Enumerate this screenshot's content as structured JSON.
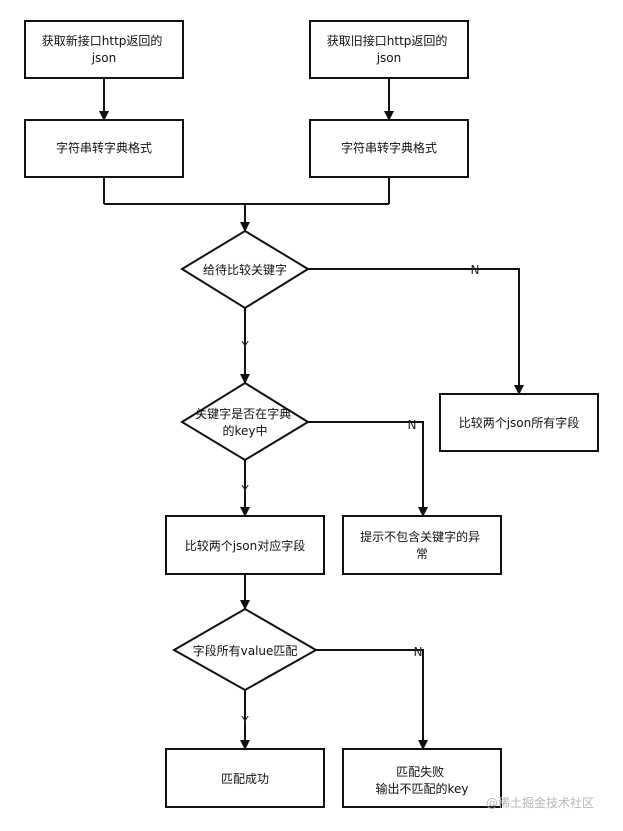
{
  "nodes": {
    "new_api_json": {
      "lines": [
        "获取新接口http返回的",
        "json"
      ]
    },
    "old_api_json": {
      "lines": [
        "获取旧接口http返回的",
        "json"
      ]
    },
    "convert_new": {
      "lines": [
        "字符串转字典格式"
      ]
    },
    "convert_old": {
      "lines": [
        "字符串转字典格式"
      ]
    },
    "has_key": {
      "lines": [
        "给待比较关键字"
      ]
    },
    "key_in_dict": {
      "lines": [
        "关键字是否在字典",
        "的key中"
      ]
    },
    "compare_all": {
      "lines": [
        "比较两个json所有字段"
      ]
    },
    "compare_fields": {
      "lines": [
        "比较两个json对应字段"
      ]
    },
    "missing_key_error": {
      "lines": [
        "提示不包含关键字的异",
        "常"
      ]
    },
    "all_values_match": {
      "lines": [
        "字段所有value匹配"
      ]
    },
    "success": {
      "lines": [
        "匹配成功"
      ]
    },
    "failure": {
      "lines": [
        "匹配失败",
        "输出不匹配的key"
      ]
    }
  },
  "edge_labels": {
    "has_key_no": "N",
    "has_key_yes": "Y",
    "key_in_dict_no": "N",
    "key_in_dict_yes": "Y",
    "match_no": "N",
    "match_yes": "Y"
  },
  "watermark": "@稀土掘金技术社区"
}
